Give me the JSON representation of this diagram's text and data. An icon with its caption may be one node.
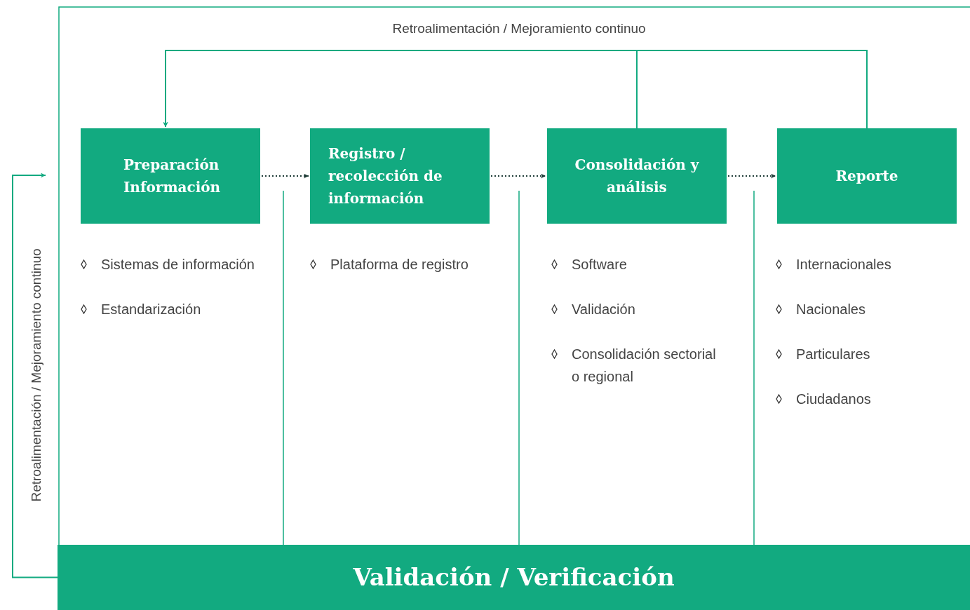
{
  "diagram": {
    "nodes": [
      {
        "text": [
          "Preparación Información"
        ],
        "beside": [
          "Sistemas de información",
          "Estandarización"
        ]
      },
      {
        "text": [
          "Registro / recolección de información"
        ],
        "beside": [
          "Plataforma de registro"
        ]
      },
      {
        "text": [
          "Consolidación y análisis"
        ],
        "beside": [
          "Software",
          "Validación",
          "Consolidación sectorial o regional"
        ]
      },
      {
        "text": [
          "Reporte"
        ],
        "beside": [
          "Internacionales",
          "Nacionales",
          "Particulares",
          "Ciudadanos"
        ]
      },
      {
        "text": [
          "Validación / Verificación"
        ]
      }
    ],
    "edges": [
      {
        "from": 0,
        "to": 1,
        "arrow": "to",
        "style": "dashed",
        "color": "#1d3b36"
      },
      {
        "from": 1,
        "to": 2,
        "arrow": "to",
        "style": "dashed",
        "color": "#1d3b36"
      },
      {
        "from": 2,
        "to": 3,
        "arrow": "to",
        "style": "dashed",
        "color": "#1d3b36"
      },
      {
        "from": 3,
        "to": 0,
        "arrow": "to",
        "color": "#12aa80"
      },
      {
        "from": 2,
        "to": 0,
        "arrow": "to",
        "color": "#12aa80"
      },
      {
        "from": 4,
        "to": null,
        "arrow": "to",
        "color": "#12aa80"
      }
    ],
    "labels": [
      "Retroalimentación / Mejoramiento continuo",
      "Retroalimentación / Mejoramiento continuo"
    ]
  }
}
